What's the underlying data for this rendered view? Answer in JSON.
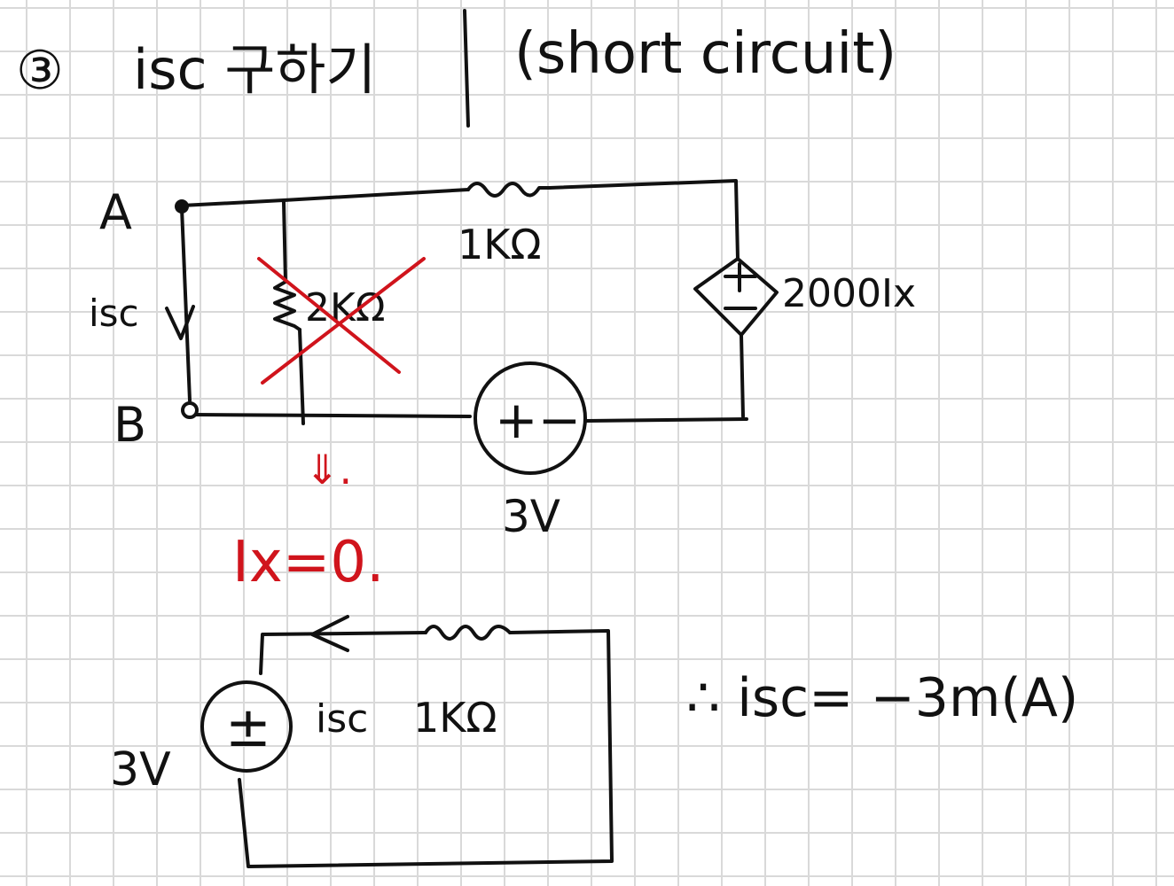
{
  "heading": {
    "number": "③",
    "text": "isc 구하기",
    "note": "(short circuit)"
  },
  "circuit1": {
    "node_a": "A",
    "node_b": "B",
    "current_label": "isc",
    "r1k_label": "1KΩ",
    "r2k_label": "2KΩ",
    "dep_source_label": "2000Ix",
    "vsource_sign": "+−",
    "vsource_value": "3V",
    "arrow_mark": "⇓.",
    "result": "Ix=0."
  },
  "circuit2": {
    "source_sign": "±",
    "source_value": "3V",
    "current_label": "isc",
    "resistor_label": "1KΩ"
  },
  "conclusion": "∴ isc= −3m(A)"
}
